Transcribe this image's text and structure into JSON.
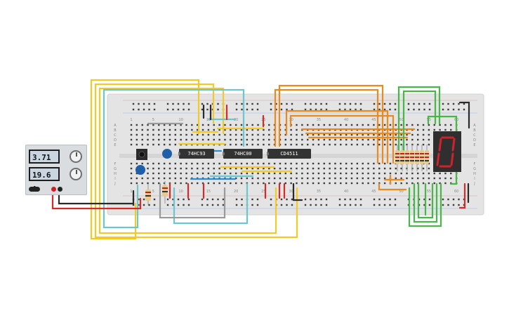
{
  "power_supply": {
    "voltage_display": "3.71 V",
    "current_display": "19.6 A",
    "voltage_value": 3.71,
    "current_value": 19.6
  },
  "breadboard": {
    "row_labels_left": [
      "A",
      "B",
      "C",
      "D",
      "E",
      "F",
      "G",
      "H",
      "I",
      "J"
    ],
    "column_numbers_top": [
      "1",
      "5",
      "10",
      "15",
      "20",
      "25",
      "30",
      "35",
      "40",
      "45",
      "50",
      "55",
      "60"
    ],
    "column_numbers_bottom": [
      "1",
      "5",
      "10",
      "15",
      "20",
      "25",
      "30",
      "35",
      "40",
      "45",
      "50",
      "55",
      "60"
    ]
  },
  "chips": [
    {
      "label": "74HC93"
    },
    {
      "label": "74HC00"
    },
    {
      "label": "CD4511"
    }
  ],
  "seven_segment": {
    "digit": "0",
    "color": "#d0222b"
  },
  "colors": {
    "wire_yellow": "#f2c927",
    "wire_cyan": "#6cc5cf",
    "wire_orange": "#e98a1e",
    "wire_green": "#48b74a",
    "wire_red": "#d42a2a",
    "wire_black": "#2a2a2a",
    "wire_blue": "#2b8fd1",
    "wire_gray": "#9a9a9a",
    "breadboard": "#e4e4e4"
  }
}
